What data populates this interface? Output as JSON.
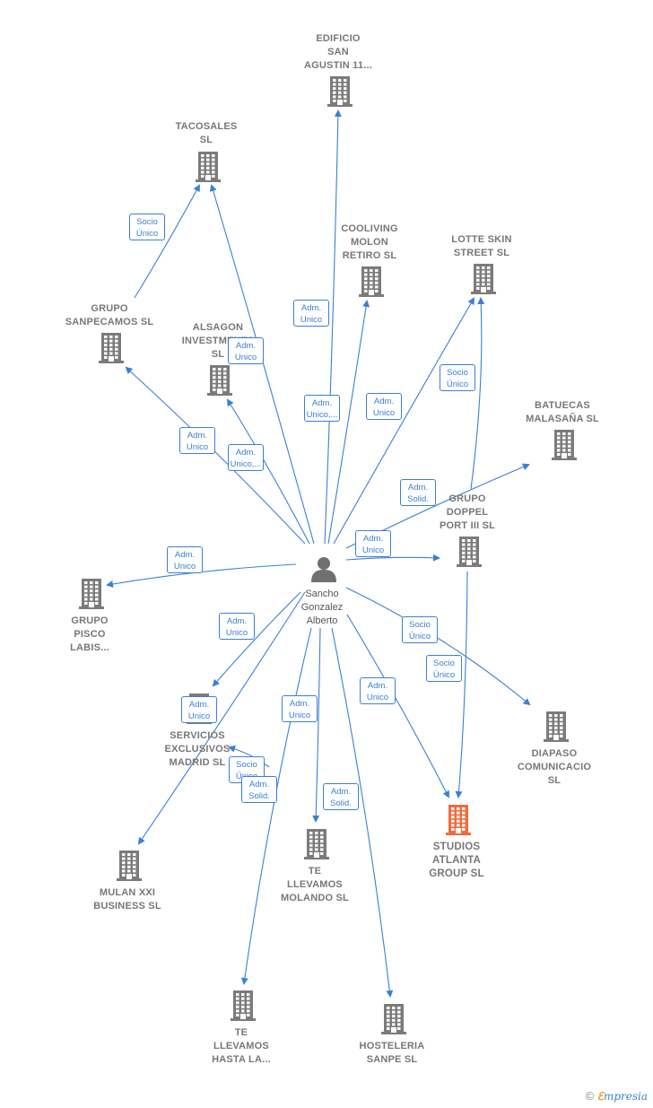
{
  "center": {
    "label": "Sancho\nGonzalez\nAlberto",
    "icon": "person-icon"
  },
  "nodes": [
    {
      "id": "edificio",
      "label": "EDIFICIO\nSAN\nAGUSTIN 11...",
      "icon": "building-icon"
    },
    {
      "id": "tacosales",
      "label": "TACOSALES\nSL",
      "icon": "building-icon"
    },
    {
      "id": "cooliving",
      "label": "COOLIVING\nMOLON\nRETIRO  SL",
      "icon": "building-icon"
    },
    {
      "id": "lotte",
      "label": "LOTTE SKIN\nSTREET  SL",
      "icon": "building-icon"
    },
    {
      "id": "sanpecamos",
      "label": "GRUPO\nSANPECAMOS SL",
      "icon": "building-icon"
    },
    {
      "id": "alsagon",
      "label": "ALSAGON\nINVESTMENTS\nSL",
      "icon": "building-icon"
    },
    {
      "id": "batuecas",
      "label": "BATUECAS\nMALASAÑA  SL",
      "icon": "building-icon"
    },
    {
      "id": "doppel",
      "label": "GRUPO\nDOPPEL\nPORT III  SL",
      "icon": "building-icon"
    },
    {
      "id": "pisco",
      "label": "GRUPO\nPISCO\nLABIS...",
      "icon": "building-icon"
    },
    {
      "id": "servicios",
      "label": "SERVICIOS\nEXCLUSIVOS\nMADRID  SL",
      "icon": "building-icon"
    },
    {
      "id": "diapaso",
      "label": "DIAPASO\nCOMUNICACIO\nSL",
      "icon": "building-icon"
    },
    {
      "id": "mulan",
      "label": "MULAN XXI\nBUSINESS  SL",
      "icon": "building-icon"
    },
    {
      "id": "molando",
      "label": "TE\nLLEVAMOS\nMOLANDO  SL",
      "icon": "building-icon"
    },
    {
      "id": "atlanta",
      "label": "STUDIOS\nATLANTA\nGROUP  SL",
      "icon": "building-icon",
      "highlight": true
    },
    {
      "id": "hastala",
      "label": "TE\nLLEVAMOS\nHASTA LA...",
      "icon": "building-icon"
    },
    {
      "id": "sanpe",
      "label": "HOSTELERIA\nSANPE  SL",
      "icon": "building-icon"
    }
  ],
  "edge_labels": [
    {
      "id": "e-tacosales",
      "text": "Socio\nÚnico"
    },
    {
      "id": "e-edificio",
      "text": "Adm.\nUnico"
    },
    {
      "id": "e-tacosales2",
      "text": "Adm.\nUnico"
    },
    {
      "id": "e-cooliving",
      "text": "Adm.\nUnico,..."
    },
    {
      "id": "e-lotte",
      "text": "Adm.\nUnico"
    },
    {
      "id": "e-lotte2",
      "text": "Socio\nÚnico"
    },
    {
      "id": "e-sanpecamos",
      "text": "Adm.\nUnico"
    },
    {
      "id": "e-alsagon",
      "text": "Adm.\nUnico,..."
    },
    {
      "id": "e-batuecas",
      "text": "Adm.\nSolid."
    },
    {
      "id": "e-doppel",
      "text": "Adm.\nUnico"
    },
    {
      "id": "e-pisco",
      "text": "Adm.\nUnico"
    },
    {
      "id": "e-servicios",
      "text": "Adm.\nUnico"
    },
    {
      "id": "e-mulan",
      "text": "Adm.\nUnico"
    },
    {
      "id": "e-diapaso",
      "text": "Socio\nÚnico"
    },
    {
      "id": "e-atlanta2",
      "text": "Socio\nÚnico"
    },
    {
      "id": "e-atlanta",
      "text": "Adm.\nUnico"
    },
    {
      "id": "e-molando",
      "text": "Adm.\nUnico"
    },
    {
      "id": "e-servicios2",
      "text": "Socio\nÚnico"
    },
    {
      "id": "e-hastala",
      "text": "Adm.\nSolid."
    },
    {
      "id": "e-sanpe",
      "text": "Adm.\nSolid."
    }
  ],
  "colors": {
    "edge": "#3a7fd5",
    "building": "#7b7b7b",
    "highlight": "#f06b3c",
    "person": "#707070"
  },
  "watermark": {
    "copyright": "©",
    "brand_first": "ℇ",
    "brand_rest": "mpresia"
  }
}
